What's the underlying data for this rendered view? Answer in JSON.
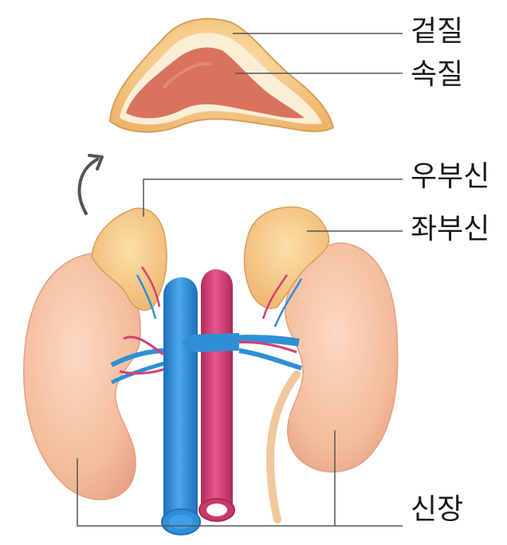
{
  "labels": {
    "cortex": "겉질",
    "medulla": "속질",
    "right_adrenal": "우부신",
    "left_adrenal": "좌부신",
    "kidney": "신장"
  },
  "colors": {
    "adrenal": "#f5c98a",
    "adrenal_cortex_rim": "#fbeed7",
    "medulla": "#d9735e",
    "kidney": "#f6c3a2",
    "kidney_shadow": "#e79f80",
    "vein": "#2f8fd6",
    "artery": "#d63f73",
    "leader_line": "#555555",
    "arrow": "#555555"
  }
}
